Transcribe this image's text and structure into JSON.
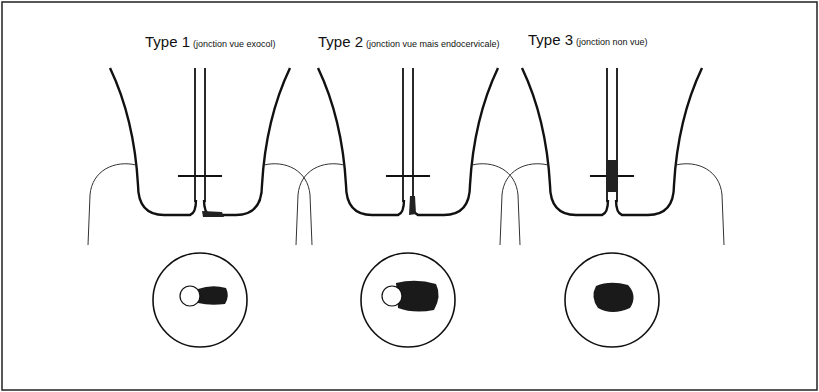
{
  "diagram": {
    "labels": [
      "Type 1",
      "(jonction vue exocol)",
      "Type 2",
      "(jonction vue mais endocervicale)",
      "Type 3",
      "(jonction non vue)"
    ]
  }
}
